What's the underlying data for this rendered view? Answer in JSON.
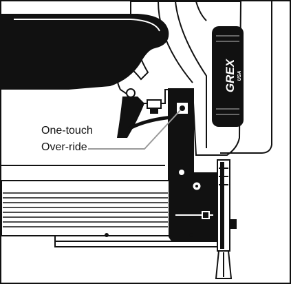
{
  "callout": {
    "line1": "One-touch",
    "line2": "Over-ride"
  },
  "brand": {
    "name": "GREX",
    "sub": "USA"
  },
  "colors": {
    "ink": "#111111",
    "leader": "#9a9a9a",
    "background": "#ffffff"
  }
}
